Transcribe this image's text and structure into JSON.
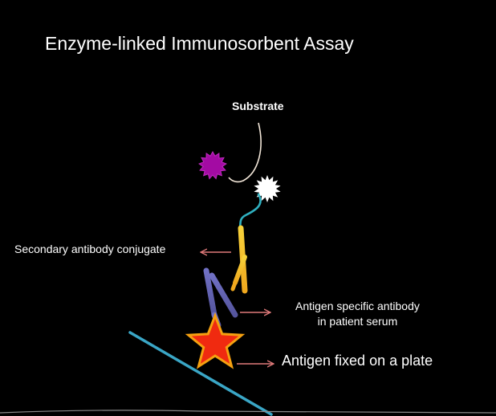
{
  "title": "Enzyme-linked Immunosorbent Assay",
  "labels": {
    "substrate": "Substrate",
    "secondary_antibody": "Secondary antibody conjugate",
    "primary_antibody_line1": "Antigen specific antibody",
    "primary_antibody_line2": "in patient serum",
    "antigen": "Antigen fixed on a plate"
  },
  "colors": {
    "background": "#000000",
    "text": "#ffffff",
    "plate": "#3aa6c6",
    "arrow": "#e07a7a",
    "substrate_blob": "#a30ba3",
    "enzyme_blob": "#ffffff",
    "linker": "#2fb0c0",
    "secondary_antibody": "#f2b823",
    "primary_antibody": "#6a6ab8",
    "antigen_star_fill": "#f02a10",
    "antigen_star_stroke": "#f5a010"
  }
}
